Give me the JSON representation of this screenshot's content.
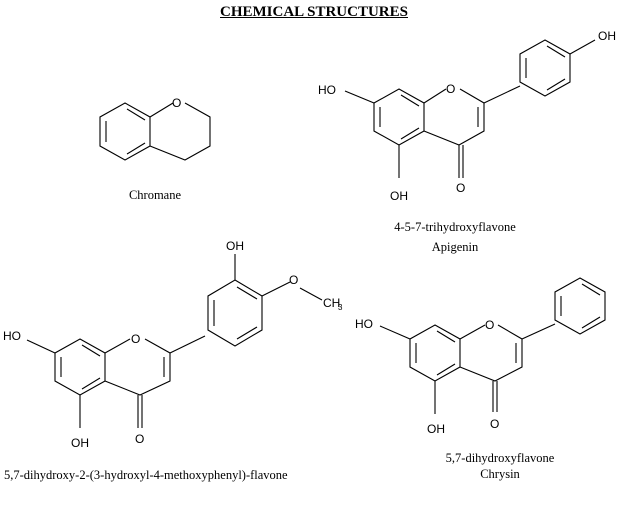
{
  "page_title": "CHEMICAL STRUCTURES",
  "structures": [
    {
      "id": "chromane",
      "caption_lines": [
        "Chromane"
      ],
      "atom_labels": [
        "O"
      ]
    },
    {
      "id": "apigenin",
      "caption_lines": [
        "4-5-7-trihydroxyflavone",
        "Apigenin"
      ],
      "atom_labels": [
        "HO",
        "O",
        "OH",
        "OH",
        "O"
      ]
    },
    {
      "id": "diosmetin",
      "caption_lines": [
        "5,7-dihydroxy-2-(3-hydroxyl-4-methoxyphenyl)-flavone"
      ],
      "atom_labels": [
        "OH",
        "O",
        "CH",
        "3",
        "HO",
        "O",
        "OH",
        "O"
      ]
    },
    {
      "id": "chrysin",
      "caption_lines": [
        "5,7-dihydroxyflavone",
        "Chrysin"
      ],
      "atom_labels": [
        "HO",
        "O",
        "OH",
        "O"
      ]
    }
  ]
}
